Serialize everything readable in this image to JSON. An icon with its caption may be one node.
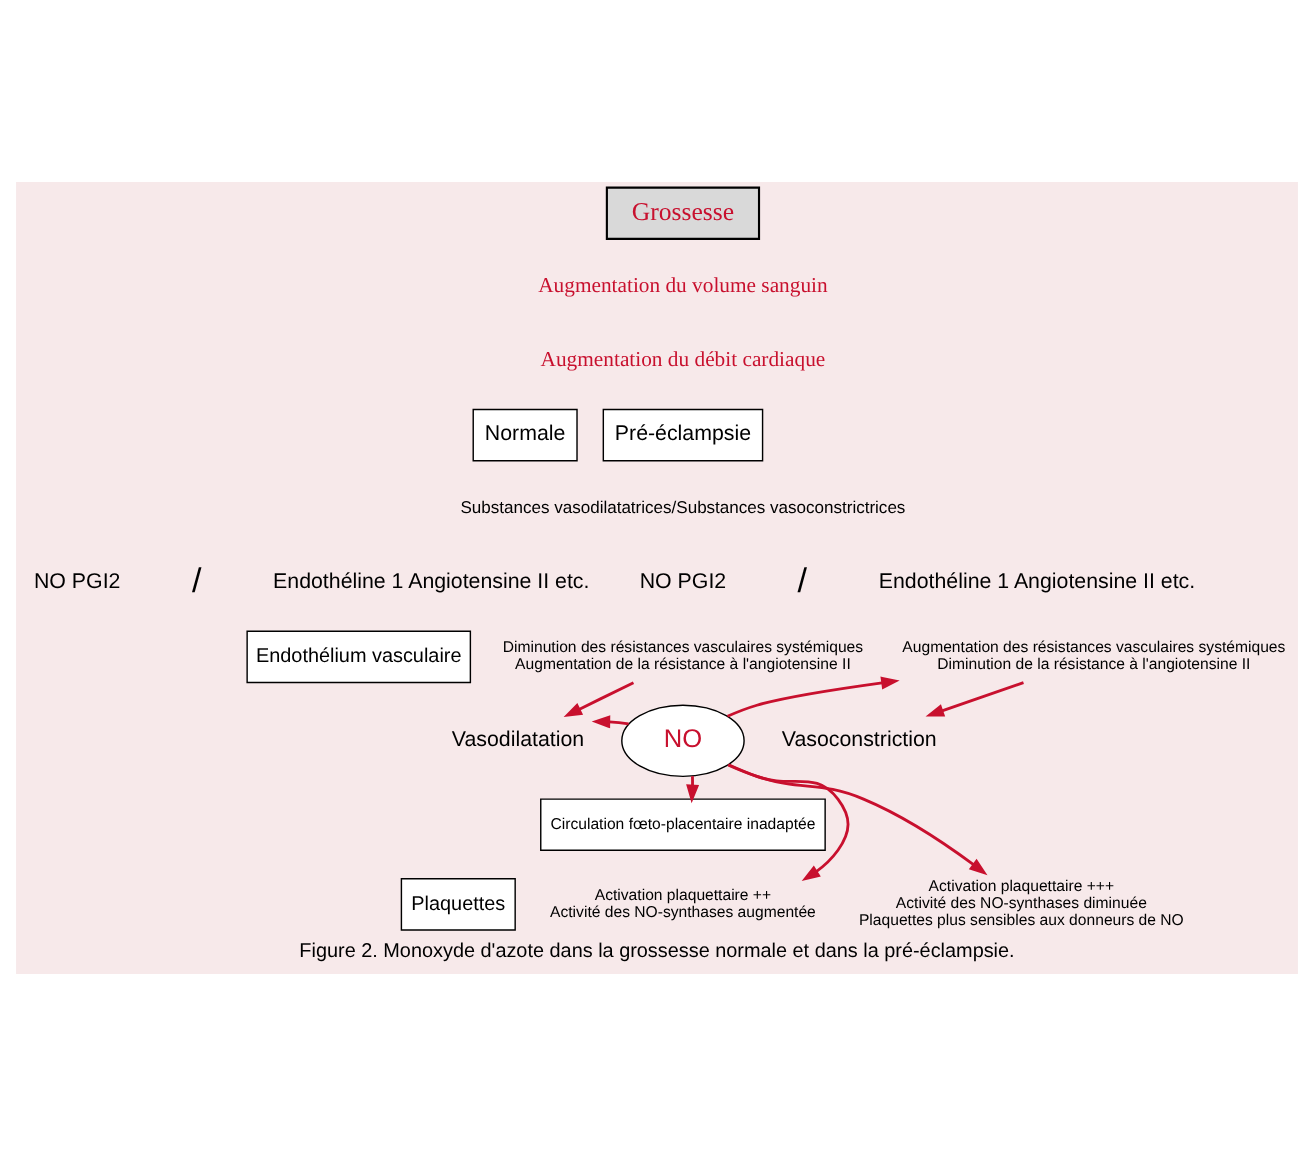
{
  "diagram": {
    "caption": "Figure 2. Monoxyde d'azote dans la grossesse normale et dans la pré-éclampsie.",
    "nodes": [
      {
        "text": [
          "Grossesse"
        ]
      },
      {
        "text": [
          "Normale"
        ]
      },
      {
        "text": [
          "Pré-éclampsie"
        ]
      },
      {
        "text": [
          "Endothélium vasculaire"
        ]
      },
      {
        "text": [
          "Plaquettes"
        ]
      },
      {
        "text": [
          "Diminution des résistances vasculaires systémiques",
          "Augmentation de la résistance à l'angiotensine II"
        ]
      },
      {
        "text": [
          "Vasodilatation"
        ]
      },
      {
        "text": [
          "Augmentation des résistances vasculaires systémiques",
          "Diminution de la résistance à l'angiotensine II"
        ]
      },
      {
        "text": [
          "Vasoconstriction"
        ]
      },
      {
        "text": [
          "NO"
        ]
      },
      {
        "text": [
          "Circulation fœto-placentaire inadaptée"
        ]
      },
      {
        "text": [
          "Activation plaquettaire ++",
          "Activité des NO-synthases augmentée"
        ]
      },
      {
        "text": [
          "Activation plaquettaire +++",
          "Activité des NO-synthases diminuée",
          "Plaquettes plus sensibles aux donneurs de NO"
        ]
      }
    ],
    "edges": [
      {
        "from": 5,
        "to": 6,
        "arrow": "to"
      },
      {
        "from": 7,
        "to": 8,
        "arrow": "to"
      },
      {
        "from": 9,
        "to": 6,
        "arrow": "to"
      },
      {
        "from": 9,
        "to": 7,
        "arrow": "to"
      },
      {
        "from": 9,
        "to": 10,
        "arrow": "to"
      },
      {
        "from": 9,
        "to": 11,
        "arrow": "to"
      },
      {
        "from": 9,
        "to": 12,
        "arrow": "to"
      }
    ],
    "labels": [
      "Augmentation du volume sanguin",
      "Augmentation du débit cardiaque",
      "Substances vasodilatatrices/Substances vasoconstrictrices",
      "NO PGI2",
      "/",
      "Endothéline 1 Angiotensine II etc.",
      "NO PGI2",
      "/",
      "Endothéline 1 Angiotensine II etc."
    ]
  }
}
